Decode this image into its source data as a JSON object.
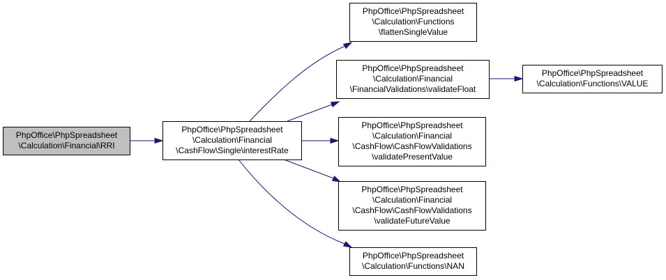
{
  "colors": {
    "edge": "#191970",
    "current_node_fill": "#bfbfbf",
    "node_fill": "#ffffff",
    "node_border": "#000000"
  },
  "nodes": {
    "rri": {
      "lines": [
        "PhpOffice\\PhpSpreadsheet",
        "\\Calculation\\Financial\\RRI"
      ],
      "current": true
    },
    "interestRate": {
      "lines": [
        "PhpOffice\\PhpSpreadsheet",
        "\\Calculation\\Financial",
        "\\CashFlow\\Single\\interestRate"
      ]
    },
    "flattenSingleValue": {
      "lines": [
        "PhpOffice\\PhpSpreadsheet",
        "\\Calculation\\Functions",
        "\\flattenSingleValue"
      ]
    },
    "validateFloat": {
      "lines": [
        "PhpOffice\\PhpSpreadsheet",
        "\\Calculation\\Financial",
        "\\FinancialValidations\\validateFloat"
      ]
    },
    "value": {
      "lines": [
        "PhpOffice\\PhpSpreadsheet",
        "\\Calculation\\Functions\\VALUE"
      ]
    },
    "validatePresentValue": {
      "lines": [
        "PhpOffice\\PhpSpreadsheet",
        "\\Calculation\\Financial",
        "\\CashFlow\\CashFlowValidations",
        "\\validatePresentValue"
      ]
    },
    "validateFutureValue": {
      "lines": [
        "PhpOffice\\PhpSpreadsheet",
        "\\Calculation\\Financial",
        "\\CashFlow\\CashFlowValidations",
        "\\validateFutureValue"
      ]
    },
    "nan": {
      "lines": [
        "PhpOffice\\PhpSpreadsheet",
        "\\Calculation\\Functions\\NAN"
      ]
    }
  },
  "edges": [
    {
      "from": "rri",
      "to": "interestRate"
    },
    {
      "from": "interestRate",
      "to": "flattenSingleValue"
    },
    {
      "from": "interestRate",
      "to": "validateFloat"
    },
    {
      "from": "validateFloat",
      "to": "value"
    },
    {
      "from": "interestRate",
      "to": "validatePresentValue"
    },
    {
      "from": "interestRate",
      "to": "validateFutureValue"
    },
    {
      "from": "interestRate",
      "to": "nan"
    }
  ]
}
